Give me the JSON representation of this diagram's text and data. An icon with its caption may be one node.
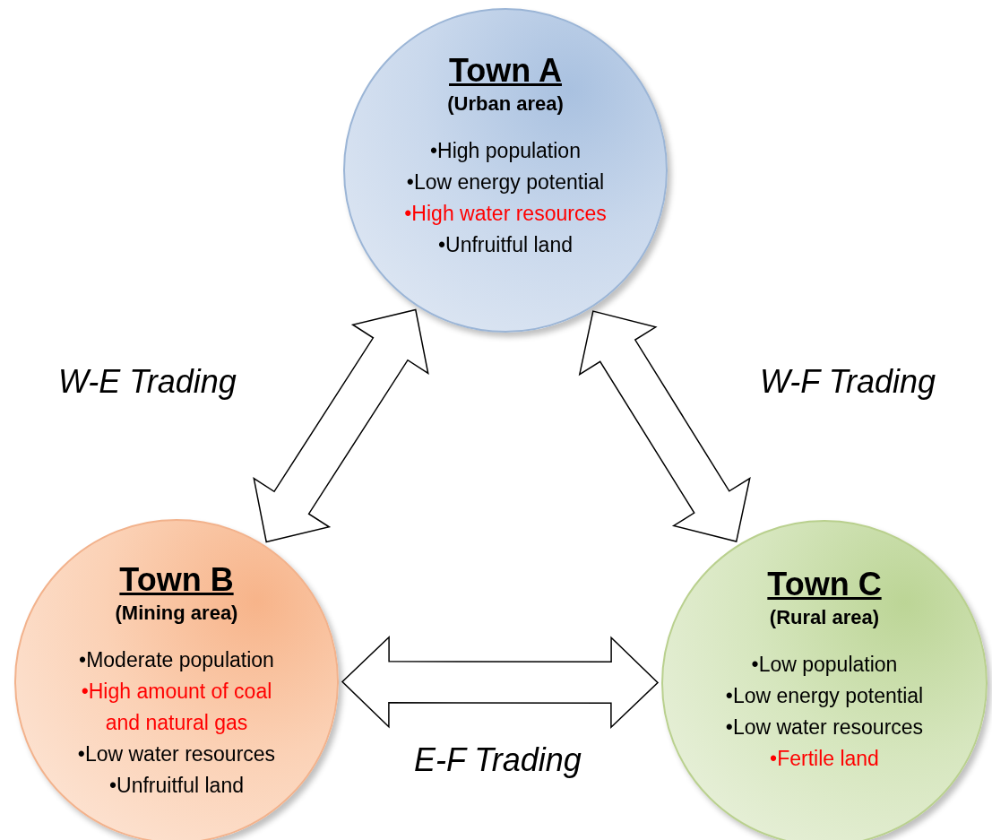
{
  "diagram": {
    "nodes": [
      {
        "text": [
          "Town A",
          "(Urban area)",
          "•High population",
          "•Low energy potential",
          "•High water resources",
          "•Unfruitful land"
        ]
      },
      {
        "text": [
          "Town B",
          "(Mining area)",
          "•Moderate population",
          "•High amount of coal and natural gas",
          "•Low water resources",
          "•Unfruitful land"
        ]
      },
      {
        "text": [
          "Town C",
          "(Rural area)",
          "•Low population",
          "•Low energy potential",
          "•Low water resources",
          "•Fertile land"
        ]
      }
    ],
    "edges": [
      {
        "from": 1,
        "to": 0,
        "arrow": "both",
        "label": "W-E  Trading"
      },
      {
        "from": 0,
        "to": 2,
        "arrow": "both",
        "label": "W-F  Trading"
      },
      {
        "from": 1,
        "to": 2,
        "arrow": "both",
        "label": "E-F  Trading"
      }
    ]
  }
}
